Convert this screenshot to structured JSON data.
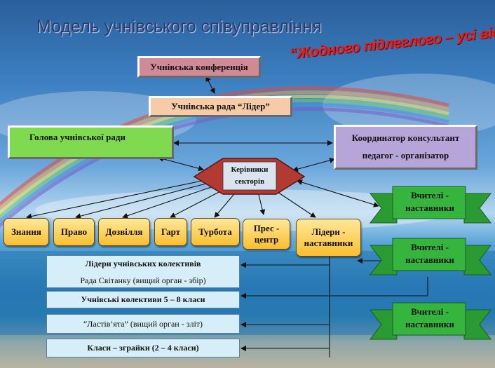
{
  "title": "Модель учнівського співуправління",
  "slogan": "“Жодного підлеглого – усі відповідальні”",
  "top": {
    "conference": "Учнівська конференція",
    "council": "Учнівська рада “Лідер”",
    "head": "Голова учнівської ради",
    "coordinator_line1": "Координатор консультант",
    "coordinator_line2": "педагог - організатор",
    "sector_heads_line1": "Керівники",
    "sector_heads_line2": "секторів"
  },
  "sectors": [
    "Знання",
    "Право",
    "Дозвілля",
    "Гарт",
    "Турбота"
  ],
  "press_line1": "Прес -",
  "press_line2": "центр",
  "leaders_line1": "Лідери -",
  "leaders_line2": "наставники",
  "bottom": {
    "leaders_line1": "Лідери учнівських колективів",
    "leaders_line2": "Рада Світанку (вищий орган - збір)",
    "collectives": "Учнівські колективи 5 – 8 класи",
    "swallows": "“Ластів’ята” (вищий орган - зліт)",
    "classes": "Класи – зграйки (2 – 4 класи)"
  },
  "mentors": [
    {
      "line1": "Вчителі -",
      "line2": "наставники"
    },
    {
      "line1": "Вчителі -",
      "line2": "наставники"
    },
    {
      "line1": "Вчителі -",
      "line2": "наставники"
    }
  ],
  "colors": {
    "banner_green": "#35b53d",
    "hexagon": "#b23a32",
    "slogan_red": "#e0201c",
    "sector_yellow": "#fbbe2e"
  }
}
